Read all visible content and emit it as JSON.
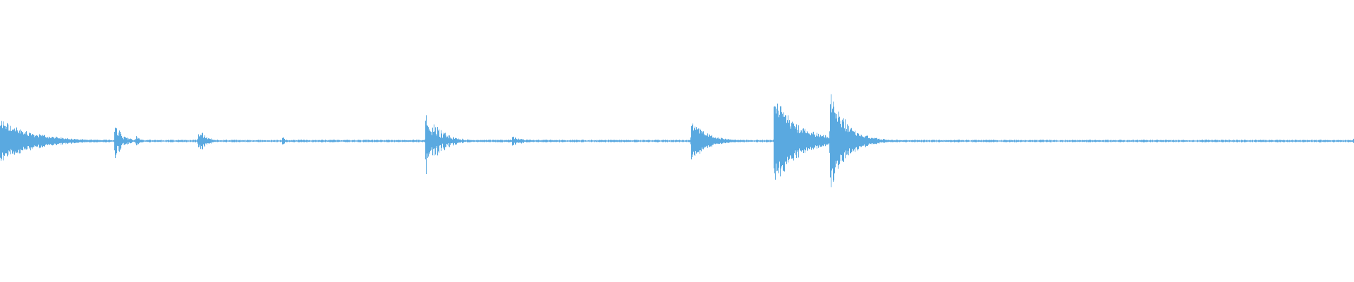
{
  "waveform": {
    "color": "#5aa9e0",
    "background": "#ffffff",
    "onsets": [
      {
        "time": 0.0,
        "peak": 0.15,
        "decay": 0.025,
        "shape": "sustain"
      },
      {
        "time": 0.084,
        "peak": 0.14,
        "decay": 0.006,
        "shape": "spike"
      },
      {
        "time": 0.1,
        "peak": 0.05,
        "decay": 0.003,
        "shape": "spike"
      },
      {
        "time": 0.146,
        "peak": 0.12,
        "decay": 0.005,
        "shape": "spike"
      },
      {
        "time": 0.208,
        "peak": 0.03,
        "decay": 0.004,
        "shape": "spike"
      },
      {
        "time": 0.314,
        "peak": 0.25,
        "decay": 0.01,
        "shape": "spike"
      },
      {
        "time": 0.378,
        "peak": 0.04,
        "decay": 0.008,
        "shape": "spike"
      },
      {
        "time": 0.51,
        "peak": 0.14,
        "decay": 0.012,
        "shape": "sustain"
      },
      {
        "time": 0.571,
        "peak": 0.32,
        "decay": 0.018,
        "shape": "sustain"
      },
      {
        "time": 0.613,
        "peak": 0.35,
        "decay": 0.012,
        "shape": "sustain"
      },
      {
        "time": 0.9995,
        "peak": 0.06,
        "decay": 0.0005,
        "shape": "spike"
      }
    ],
    "noise_floor": 0.006
  }
}
